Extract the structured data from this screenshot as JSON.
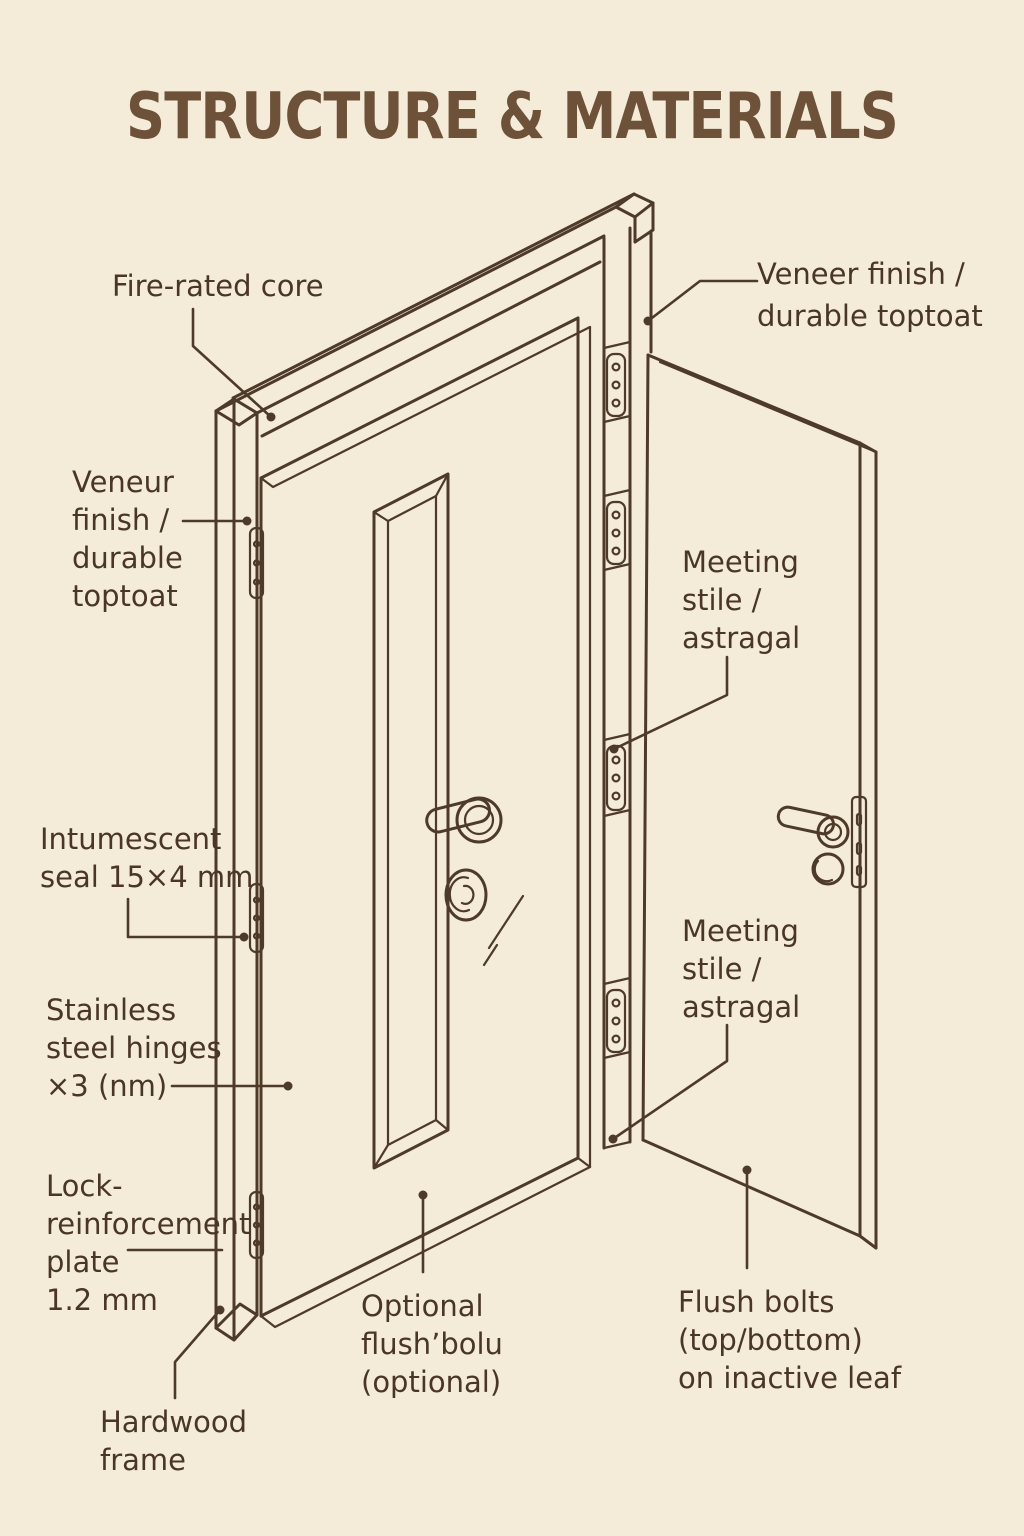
{
  "title": "STRUCTURE & MATERIALS",
  "colors": {
    "background": "#f4ebd8",
    "line": "#4e3a28",
    "label_text": "#4a3629",
    "title_text": "#6d5138"
  },
  "diagram_subject": "double fire-rated door set, isometric exploded view",
  "labels": {
    "fire_rated_core": {
      "lines": [
        "Fire-rated core"
      ]
    },
    "veneer_finish_right": {
      "lines": [
        "Veneer finish /",
        "durable toptoat"
      ]
    },
    "veneer_finish_left": {
      "lines": [
        "Veneur",
        "finish /",
        "durable",
        "toptoat"
      ]
    },
    "meeting_stile_upper": {
      "lines": [
        "Meeting",
        "stile /",
        "astragal"
      ]
    },
    "intumescent_seal": {
      "lines": [
        "Intumescent",
        "seal 15×4 mm"
      ]
    },
    "stainless_hinges": {
      "lines": [
        "Stainless",
        "steel hinges",
        "×3 (nm)"
      ]
    },
    "meeting_stile_lower": {
      "lines": [
        "Meeting",
        "stile /",
        "astragal"
      ]
    },
    "lock_reinforcement": {
      "lines": [
        "Lock-",
        "reinforcement",
        "plate",
        "1.2 mm"
      ]
    },
    "hardwood_frame": {
      "lines": [
        "Hardwood",
        "frame"
      ]
    },
    "optional_flush_bolt": {
      "lines": [
        "Optional",
        "flush’bolu",
        "(optional)"
      ]
    },
    "flush_bolts": {
      "lines": [
        "Flush bolts",
        "(top/bottom)",
        "on inactive leaf"
      ]
    }
  }
}
